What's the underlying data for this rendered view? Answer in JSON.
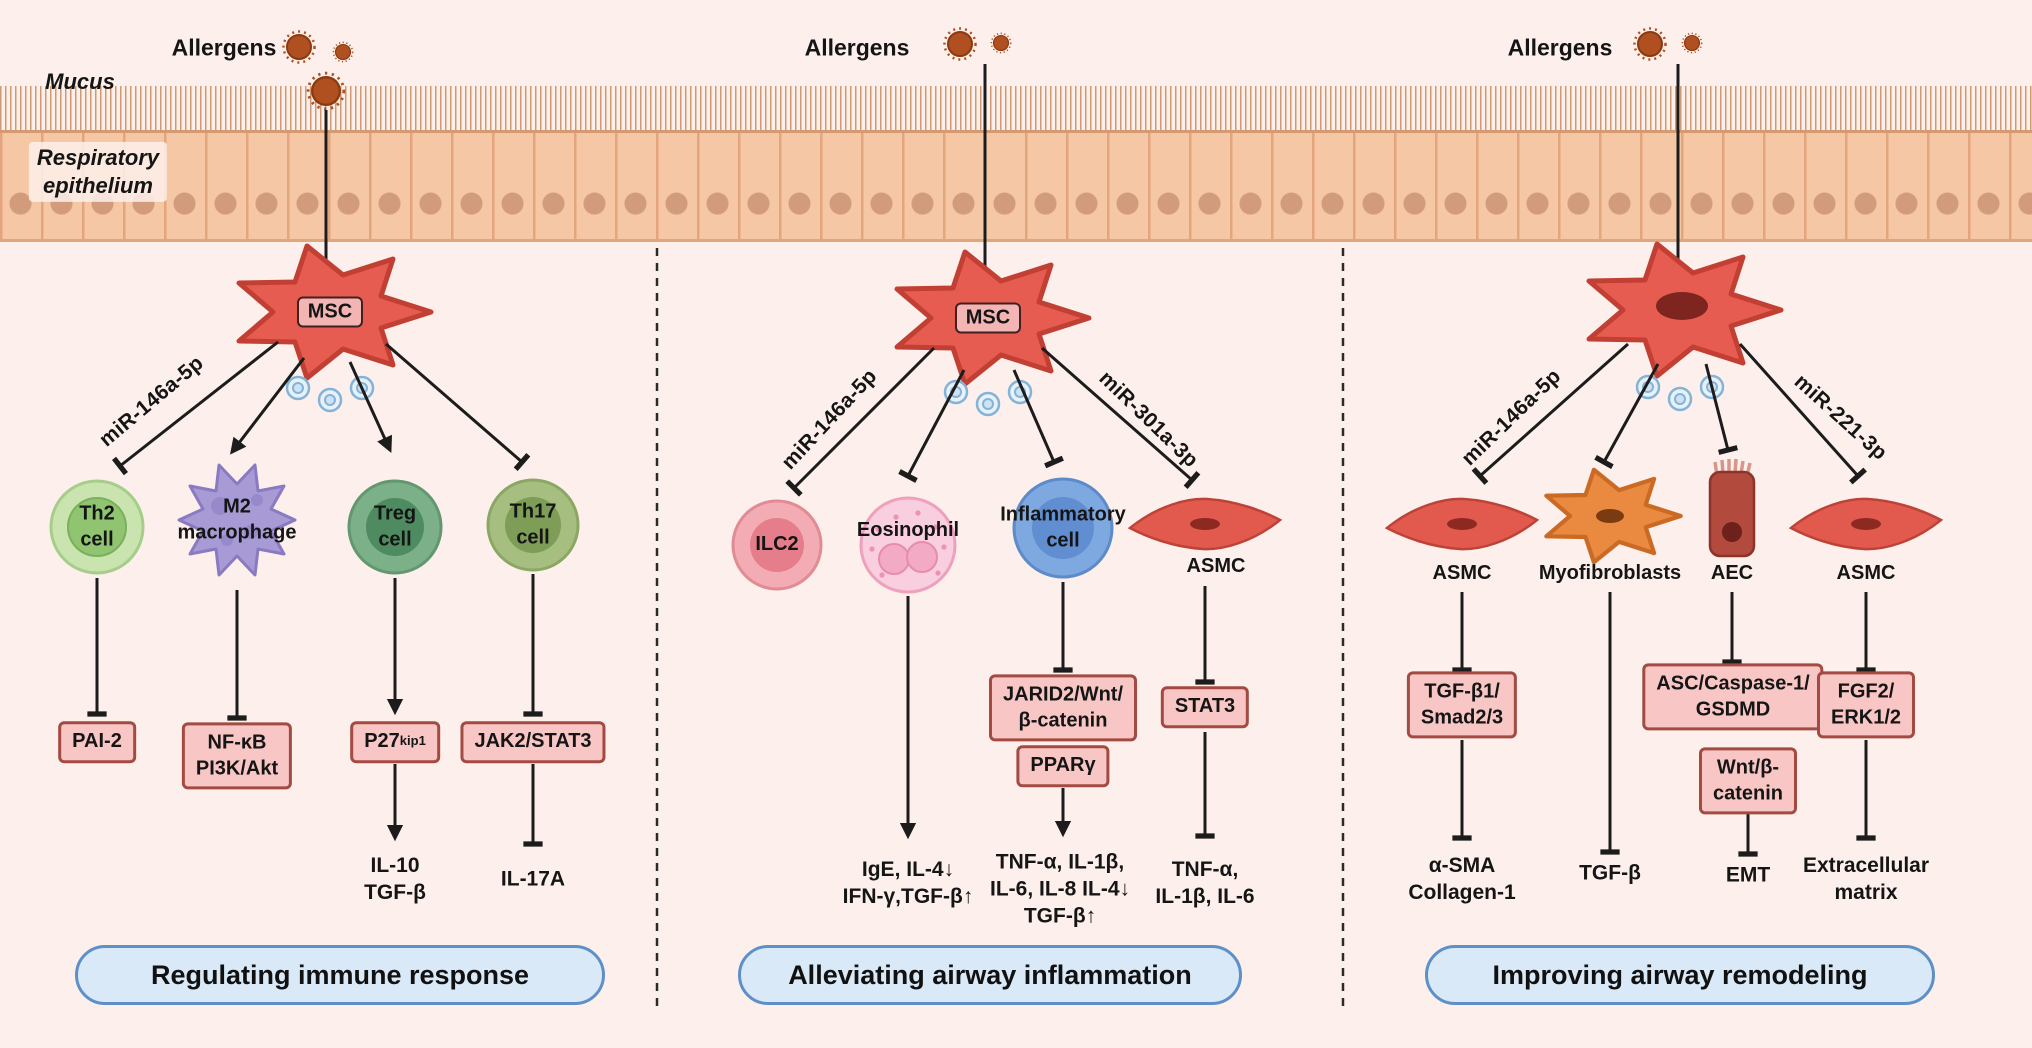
{
  "labels": {
    "mucus": "Mucus",
    "respiratory_epithelium": "Respiratory\nepithelium",
    "allergens": "Allergens"
  },
  "panel1": {
    "title": "Regulating  immune response",
    "msc": "MSC",
    "mirna_left": "miR-146a-5p",
    "cells": {
      "th2": "Th2\ncell",
      "m2": "M2\nmacrophage",
      "treg": "Treg\ncell",
      "th17": "Th17\ncell"
    },
    "boxes": {
      "pai2": "PAI-2",
      "nfkb": "NF-κB\nPI3K/Akt",
      "p27_main": "P27",
      "p27_sup": "kip1",
      "jak2": "JAK2/STAT3"
    },
    "outputs": {
      "treg_out": "IL-10\nTGF-β",
      "th17_out": "IL-17A"
    }
  },
  "panel2": {
    "title": "Alleviating  airway inflammation",
    "msc": "MSC",
    "mirna_left": "miR-146a-5p",
    "mirna_right": "miR-301a-3p",
    "cells": {
      "ilc2": "ILC2",
      "eosinophil": "Eosinophil",
      "inflammatory": "Inflammatory\ncell",
      "asmc": "ASMC"
    },
    "boxes": {
      "jarid2": "JARID2/Wnt/\nβ-catenin",
      "pparg": "PPARγ",
      "stat3": "STAT3"
    },
    "outputs": {
      "eos_out": "IgE, IL-4↓\nIFN-γ,TGF-β↑",
      "infl_out": "TNF-α, IL-1β,\nIL-6, IL-8  IL-4↓\nTGF-β↑",
      "asmc_out": "TNF-α,\nIL-1β, IL-6"
    }
  },
  "panel3": {
    "title": "Improving airway remodeling",
    "mirna_left": "miR-146a-5p",
    "mirna_right": "miR-221-3p",
    "cells": {
      "asmc1": "ASMC",
      "myofibroblasts": "Myofibroblasts",
      "aec": "AEC",
      "asmc2": "ASMC"
    },
    "boxes": {
      "tgfb1": "TGF-β1/\nSmad2/3",
      "asc": "ASC/Caspase-1/\nGSDMD",
      "wnt": "Wnt/β-\ncatenin",
      "fgf2": "FGF2/\nERK1/2"
    },
    "outputs": {
      "asmc1_out": "α-SMA\nCollagen-1",
      "myo_out": "TGF-β",
      "aec_out": "EMT",
      "asmc2_out": "Extracellular\nmatrix"
    }
  },
  "colors": {
    "background": "#fdf0ec",
    "epithelium": "#f5c7a4",
    "msc_cell": "#e65c50",
    "box_fill": "#f8c6c4",
    "box_border": "#a34a42",
    "pill_fill": "#d9e9f8",
    "pill_border": "#5e90c8",
    "exosome": "#cde2f3"
  }
}
